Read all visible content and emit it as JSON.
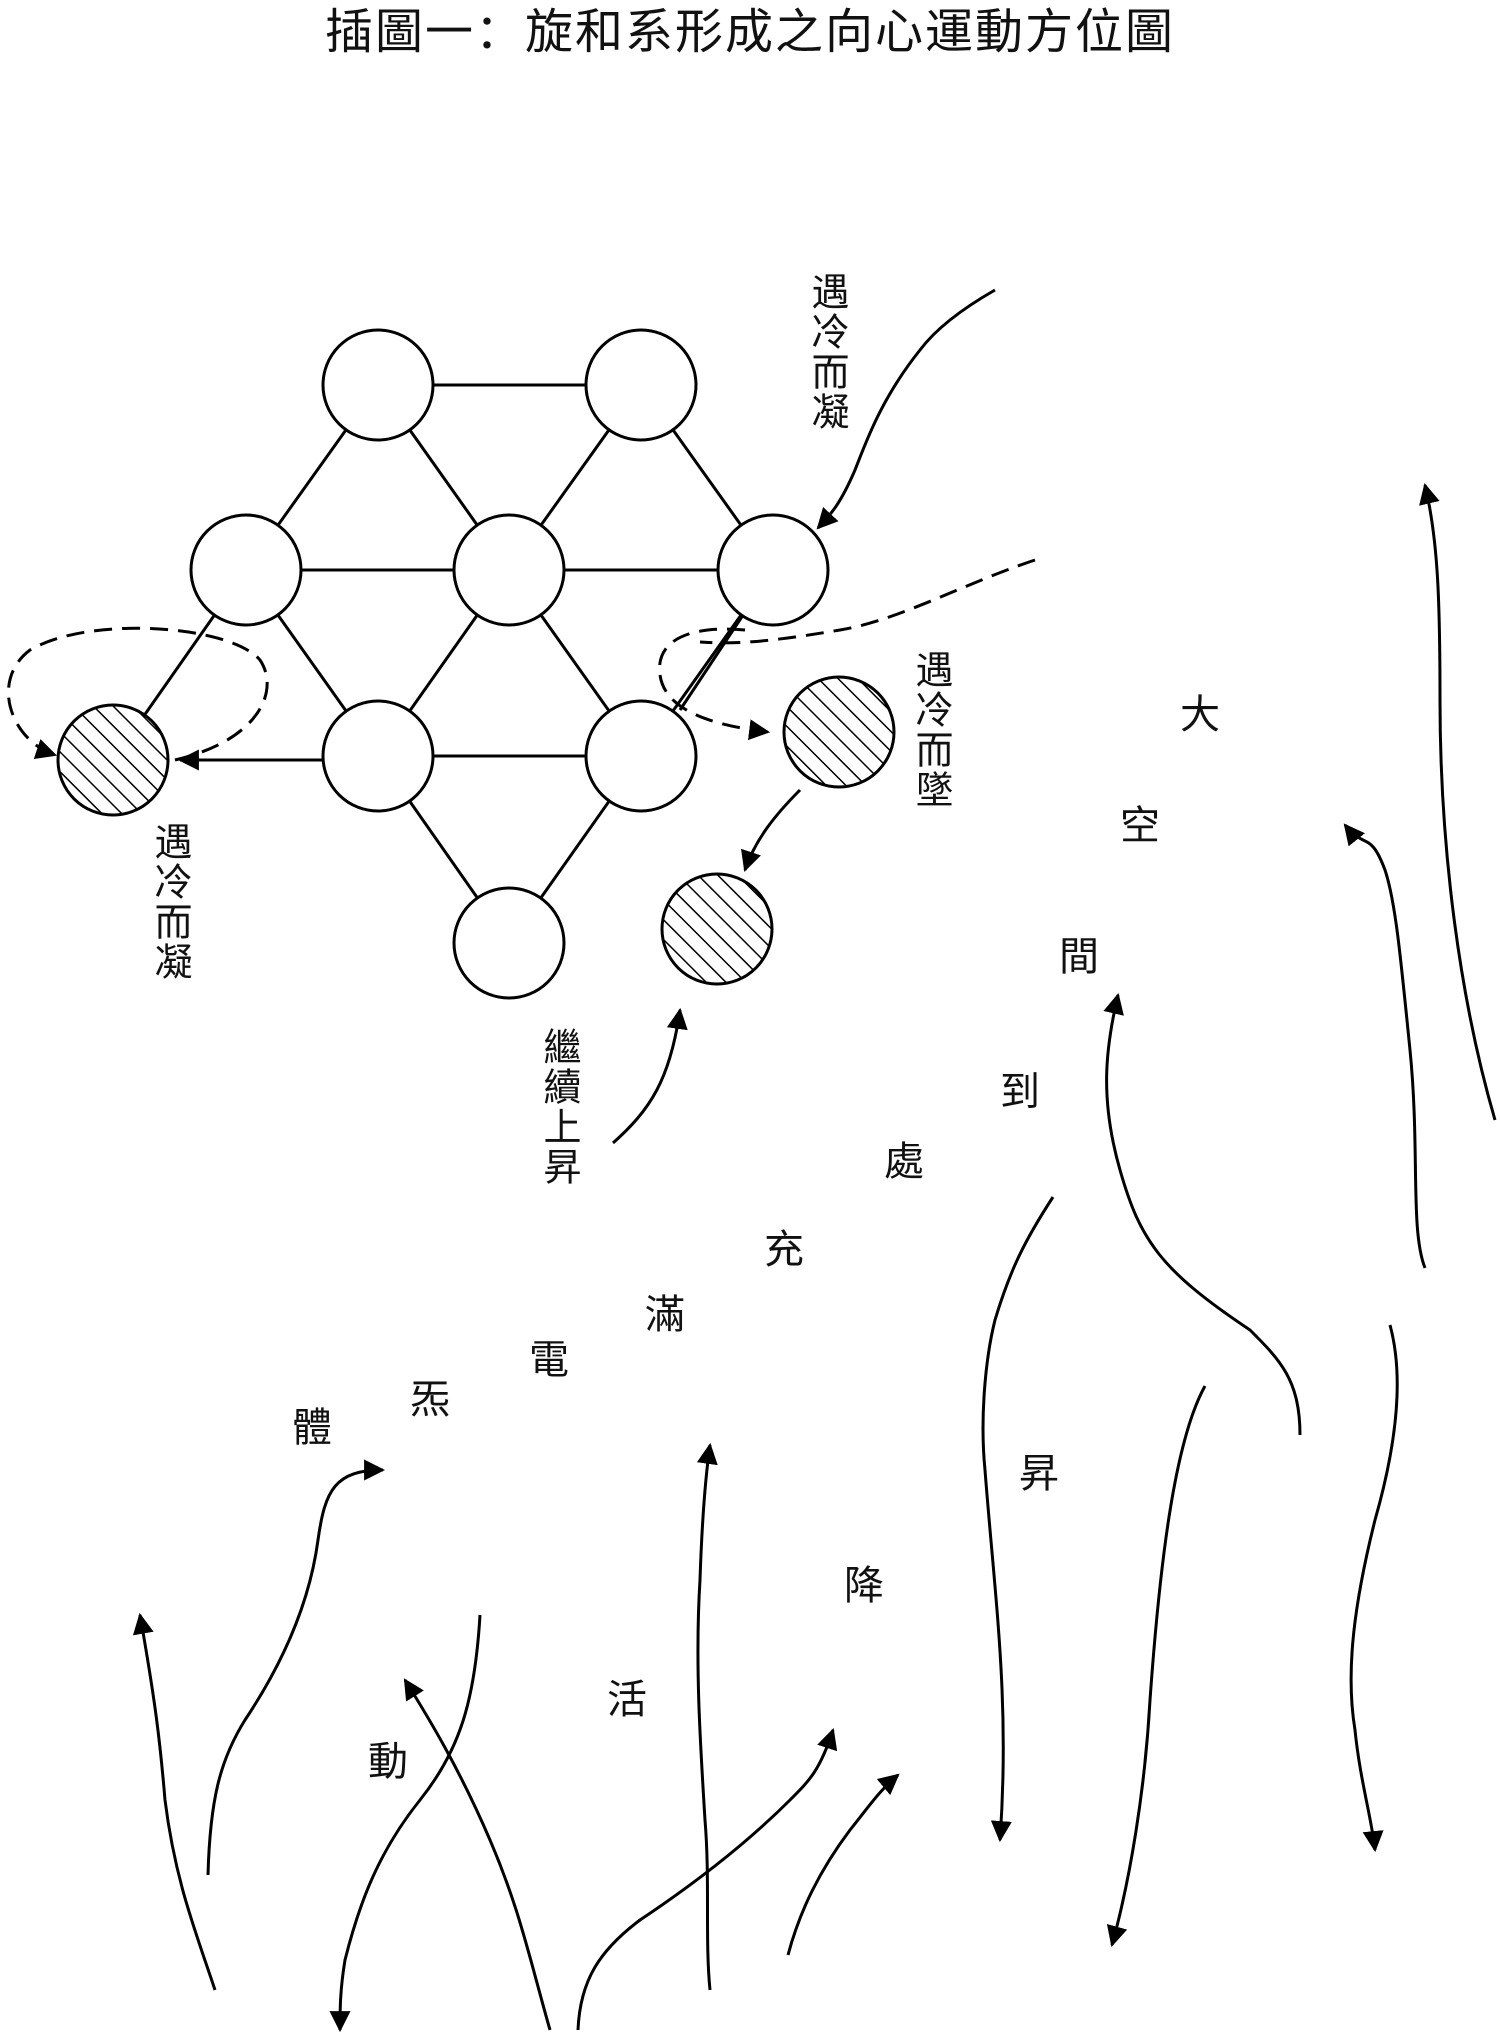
{
  "title": "插圖一：旋和系形成之向心運動方位圖",
  "labels": {
    "cold_condense_top": "遇冷而凝",
    "cold_condense_left": "遇冷而凝",
    "cold_fall": "遇冷而墜",
    "continue_rise": "繼續上昇"
  },
  "flow_text": {
    "chars": [
      "體",
      "炁",
      "電",
      "滿",
      "充",
      "處",
      "到",
      "間",
      "空",
      "大",
      "動",
      "活",
      "降",
      "昇"
    ]
  }
}
